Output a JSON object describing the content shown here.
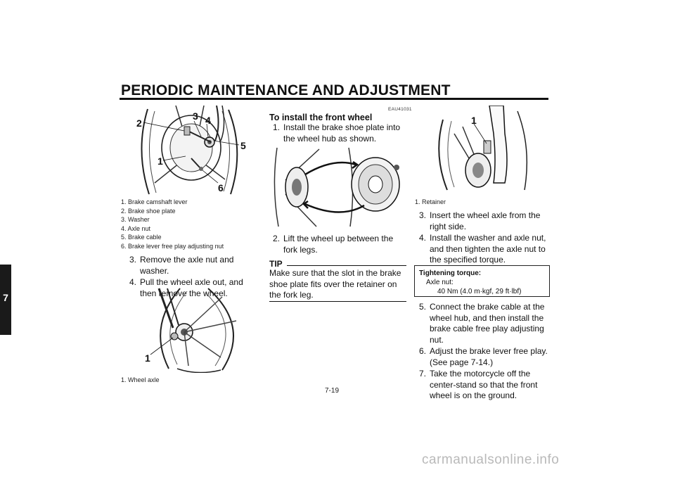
{
  "header": {
    "title": "PERIODIC MAINTENANCE AND ADJUSTMENT"
  },
  "side_tab": {
    "label": "7"
  },
  "figure1": {
    "callouts": [
      "2",
      "3",
      "4",
      "5",
      "1",
      "6"
    ],
    "legend": [
      "1.  Brake camshaft lever",
      "2.  Brake shoe plate",
      "3.  Washer",
      "4.  Axle nut",
      "5.  Brake cable",
      "6.  Brake lever free play adjusting nut"
    ]
  },
  "steps_left": [
    {
      "num": "3.",
      "text": "Remove the axle nut and washer."
    },
    {
      "num": "4.",
      "text": "Pull the wheel axle out, and then remove the wheel."
    }
  ],
  "figure2": {
    "callouts": [
      "1"
    ],
    "legend": [
      "1.  Wheel axle"
    ]
  },
  "middle": {
    "code": "EAU41031",
    "heading": "To install the front wheel",
    "steps": [
      {
        "num": "1.",
        "text": "Install the brake shoe plate into the wheel hub as shown."
      },
      {
        "num": "2.",
        "text": "Lift the wheel up between the fork legs."
      }
    ],
    "tip": {
      "label": "TIP",
      "text": "Make sure that the slot in the brake shoe plate fits over the retainer on the fork leg."
    }
  },
  "figure4": {
    "callouts": [
      "1"
    ],
    "legend": [
      "1.  Retainer"
    ]
  },
  "steps_right": [
    {
      "num": "3.",
      "text": "Insert the wheel axle from the right side."
    },
    {
      "num": "4.",
      "text": "Install the washer and axle nut, and then tighten the axle nut to the specified torque."
    }
  ],
  "torque_box": {
    "title": "Tightening torque:",
    "line1": "Axle nut:",
    "line2": "40 Nm (4.0 m·kgf, 29 ft·lbf)"
  },
  "steps_right2": [
    {
      "num": "5.",
      "text": "Connect the brake cable at the wheel hub, and then install the brake cable free play adjusting nut."
    },
    {
      "num": "6.",
      "text": "Adjust the brake lever free play. (See page 7-14.)"
    },
    {
      "num": "7.",
      "text": "Take the motorcycle off the center-stand so that the front wheel is on the ground."
    }
  ],
  "footer": {
    "page_number": "7-19",
    "watermark": "carmanualsonline.info"
  }
}
